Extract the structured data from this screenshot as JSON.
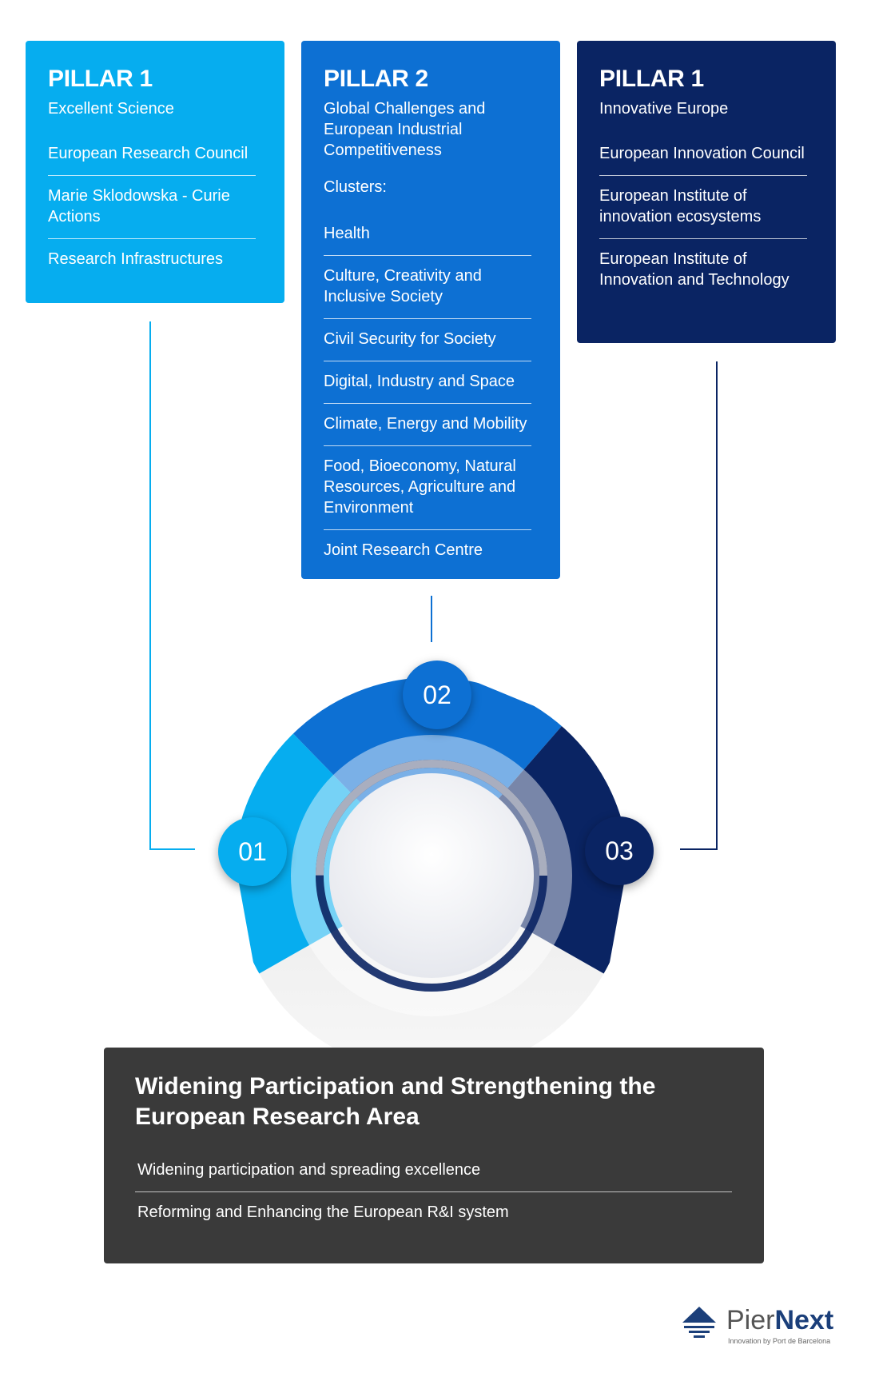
{
  "pillars": [
    {
      "title": "PILLAR 1",
      "subtitle": "Excellent Science",
      "items": [
        "European Research Council",
        "Marie Sklodowska - Curie Actions",
        "Research Infrastructures"
      ],
      "color": "#06adef"
    },
    {
      "title": "PILLAR 2",
      "subtitle": "Global Challenges and European Industrial Competitiveness",
      "clusters_label": "Clusters:",
      "items": [
        "Health",
        "Culture, Creativity and Inclusive Society",
        "Civil Security for Society",
        "Digital, Industry and Space",
        "Climate, Energy and Mobility",
        "Food, Bioeconomy, Natural Resources, Agriculture and Environment",
        "Joint Research Centre"
      ],
      "color": "#0d70d3"
    },
    {
      "title": "PILLAR 1",
      "subtitle": "Innovative Europe",
      "items": [
        "European Innovation Council",
        "European Institute of innovation ecosystems",
        "European Institute of Innovation and Technology"
      ],
      "color": "#0a2463"
    }
  ],
  "badges": [
    "01",
    "02",
    "03"
  ],
  "bottom": {
    "title": "Widening Participation and Strengthening the European Research Area",
    "items": [
      "Widening participation and spreading excellence",
      "Reforming and Enhancing the European R&I system"
    ],
    "color": "#3a3a3a"
  },
  "logo": {
    "name_light": "Pier",
    "name_bold": "Next",
    "tagline": "Innovation by Port de Barcelona"
  }
}
